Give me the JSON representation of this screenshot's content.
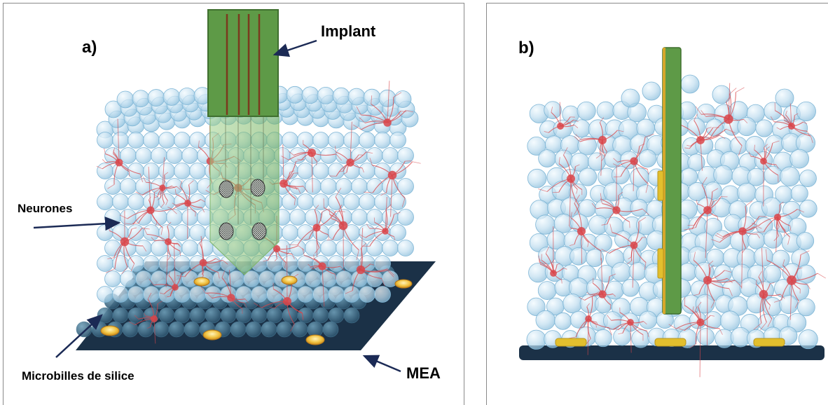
{
  "panel_a": {
    "letter": "a)",
    "labels": {
      "implant": "Implant",
      "neurones": "Neurones",
      "microbilles": "Microbilles de silice",
      "mea": "MEA"
    }
  },
  "panel_b": {
    "letter": "b)"
  },
  "colors": {
    "bead_fill": "#c3dff0",
    "bead_stroke": "#7fb6d6",
    "neuron": "#d9454a",
    "implant_green": "#5e9a47",
    "implant_dark": "#3f6f2f",
    "implant_trace": "#7a3a1e",
    "mea_dark": "#1b3147",
    "electrode_gold": "#e0a92a",
    "arrow": "#1b2a55"
  },
  "icons": [
    "arrow-icon",
    "electrode-icon",
    "neuron-icon",
    "bead-icon",
    "implant-icon"
  ]
}
